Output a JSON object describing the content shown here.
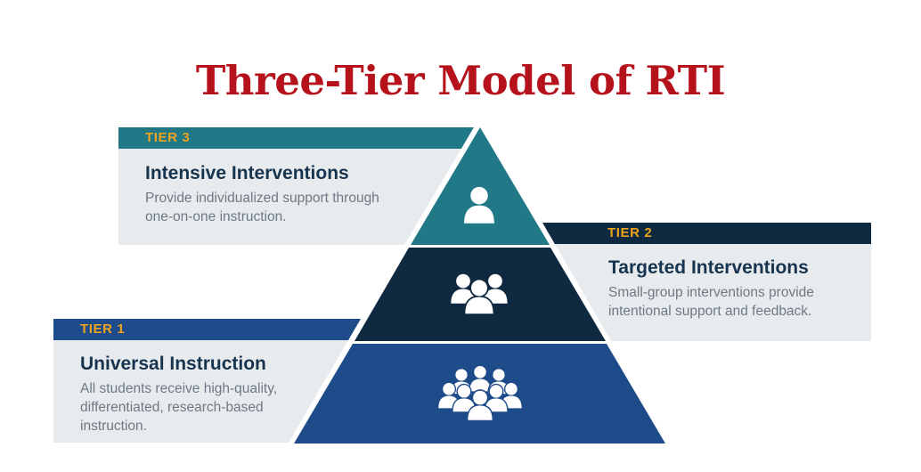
{
  "title": "Three-Tier Model of RTI",
  "colors": {
    "title_red": "#b5121b",
    "teal": "#217887",
    "navy": "#0f2940",
    "blue": "#1e4b89",
    "gold": "#eea41d",
    "panel_gray": "#e8ebee",
    "heading_navy": "#17344f",
    "body_gray": "#6d7985",
    "icon_white": "#ffffff"
  },
  "tiers": [
    {
      "level": "3",
      "label": "TIER 3",
      "heading": "Intensive Interventions",
      "description": "Provide individualized support through one-on-one instruction.",
      "icon": "person-icon"
    },
    {
      "level": "2",
      "label": "TIER 2",
      "heading": "Targeted Interventions",
      "description": "Small-group interventions provide intentional support and feedback.",
      "icon": "group-icon"
    },
    {
      "level": "1",
      "label": "TIER 1",
      "heading": "Universal Instruction",
      "description": "All students receive high-quality, differentiated, research-based instruction.",
      "icon": "crowd-icon"
    }
  ]
}
